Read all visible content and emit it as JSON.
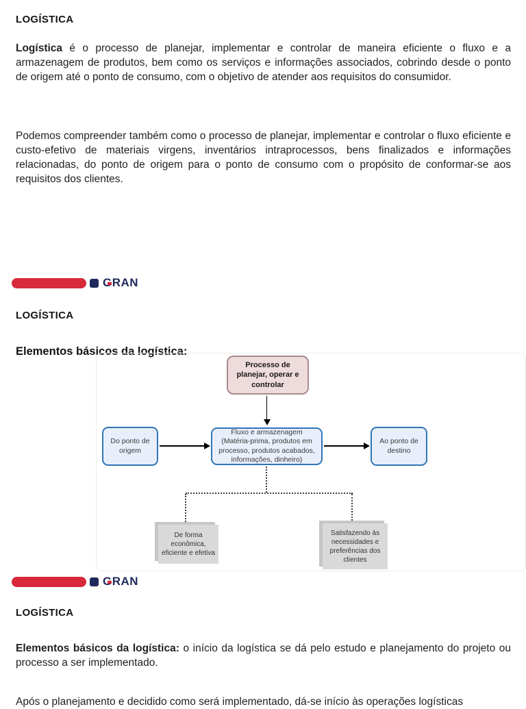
{
  "brand": {
    "name": "GRAN"
  },
  "sections": {
    "s1": {
      "heading": "LOGÍSTICA",
      "p1_lead": "Logística",
      "p1_rest": " é o processo de planejar, implementar e controlar de maneira eficiente o fluxo e a armazenagem de produtos, bem como os serviços e informações associados, cobrindo desde o ponto de origem até o ponto de consumo, com o objetivo de atender aos requisitos do consumidor.",
      "p2": "Podemos compreender também como o processo de planejar, implementar e controlar o fluxo eficiente e custo-efetivo de materiais virgens, inventários intraprocessos, bens finalizados e informações relacionadas, do ponto de origem para o ponto de consumo com o propósito de conformar-se aos requisitos dos clientes."
    },
    "s2": {
      "heading": "LOGÍSTICA",
      "subheading": "Elementos básicos da logística:",
      "diagram": {
        "process_box": "Processo de planejar, operar e controlar",
        "origin_box": "Do ponto de origem",
        "flow_box_title": "Fluxo e armazenagem",
        "flow_box_detail": "(Matéria-prima, produtos em processo, produtos acabados, informações, dinheiro)",
        "destination_box": "Ao ponto de destino",
        "economic_box": "De forma econômica, eficiente e efetiva",
        "customers_box": "Satisfazendo às necessidades e preferências dos clientes"
      }
    },
    "s3": {
      "heading": "LOGÍSTICA",
      "p_lead": "Elementos básicos da logística:",
      "p_rest": " o início da logística se dá pelo estudo e planejamento do projeto ou processo a ser implementado.",
      "clipped_line": "Após o planejamento e decidido como será implementado, dá-se início às operações logísticas"
    }
  },
  "colors": {
    "brand_red": "#d7293a",
    "brand_navy": "#20295c",
    "process_box_fill": "#eedbdb",
    "process_box_border": "#aa8a8a",
    "flow_box_fill": "#e9eefb",
    "flow_box_border": "#2e75b6",
    "gray_box_fill": "#d9d9d9",
    "gray_box_shadow": "#c6c6c6",
    "frame_border": "#ececec",
    "body_text": "#1f1f1f"
  }
}
